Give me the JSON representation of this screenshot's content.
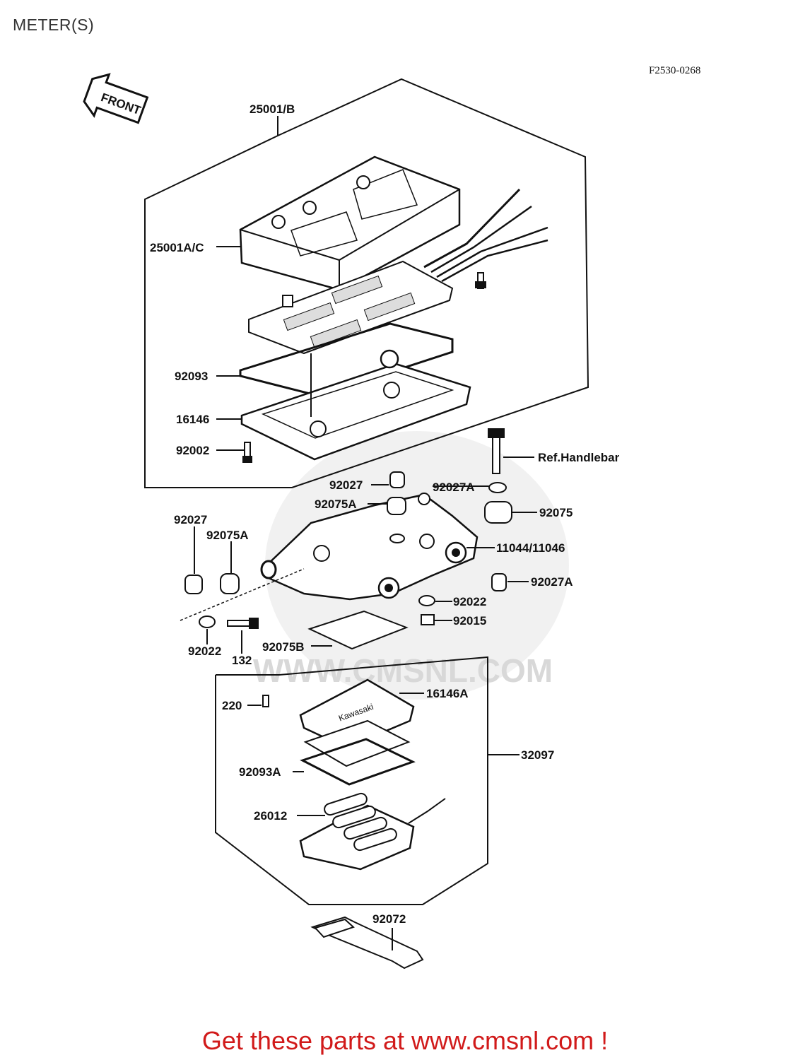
{
  "page": {
    "title": "METER(S)",
    "diagram_code": "F2530-0268"
  },
  "front_indicator": "FRONT",
  "watermark": "WWW.CMSNL.COM",
  "parts": [
    {
      "id": "p-25001b",
      "number": "25001/B"
    },
    {
      "id": "p-25001ac",
      "number": "25001A/C"
    },
    {
      "id": "p-92093",
      "number": "92093"
    },
    {
      "id": "p-16146",
      "number": "16146"
    },
    {
      "id": "p-92002",
      "number": "92002"
    },
    {
      "id": "p-ref",
      "number": "Ref.Handlebar"
    },
    {
      "id": "p-92027-top",
      "number": "92027"
    },
    {
      "id": "p-92027a-top",
      "number": "92027A"
    },
    {
      "id": "p-92075a-top",
      "number": "92075A"
    },
    {
      "id": "p-92075",
      "number": "92075"
    },
    {
      "id": "p-92027-left",
      "number": "92027"
    },
    {
      "id": "p-92075a-left",
      "number": "92075A"
    },
    {
      "id": "p-11044",
      "number": "11044/11046"
    },
    {
      "id": "p-92027a-right",
      "number": "92027A"
    },
    {
      "id": "p-92022-right",
      "number": "92022"
    },
    {
      "id": "p-92015",
      "number": "92015"
    },
    {
      "id": "p-92022-left",
      "number": "92022"
    },
    {
      "id": "p-132",
      "number": "132"
    },
    {
      "id": "p-92075b",
      "number": "92075B"
    },
    {
      "id": "p-220",
      "number": "220"
    },
    {
      "id": "p-16146a",
      "number": "16146A"
    },
    {
      "id": "p-32097",
      "number": "32097"
    },
    {
      "id": "p-92093a",
      "number": "92093A"
    },
    {
      "id": "p-26012",
      "number": "26012"
    },
    {
      "id": "p-92072",
      "number": "92072"
    }
  ],
  "footer": {
    "text": "Get these parts at www.cmsnl.com !"
  }
}
